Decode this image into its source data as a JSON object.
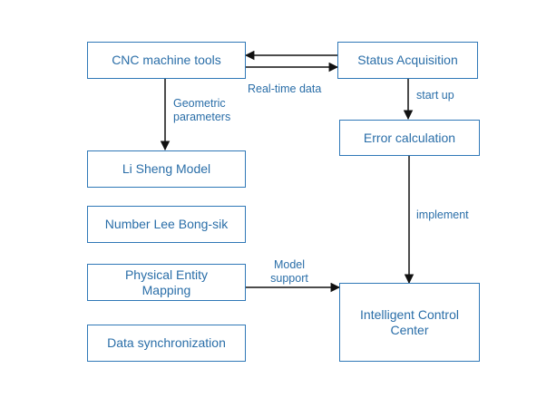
{
  "diagram": {
    "nodes": {
      "cnc": "CNC machine tools",
      "status": "Status Acquisition",
      "lisheng": "Li Sheng Model",
      "numberlee": "Number Lee Bong-sik",
      "physical_line1": "Physical Entity",
      "physical_line2": "Mapping",
      "datasync": "Data synchronization",
      "error": "Error calculation",
      "icc_line1": "Intelligent Control",
      "icc_line2": "Center"
    },
    "edge_labels": {
      "realtime": "Real-time data",
      "geometric_line1": "Geometric",
      "geometric_line2": "parameters",
      "startup": "start up",
      "implement": "implement",
      "model_line1": "Model",
      "model_line2": "support"
    },
    "colors": {
      "box_border": "#2f78b7",
      "text": "#2a6ea8",
      "arrow": "#111111"
    }
  }
}
